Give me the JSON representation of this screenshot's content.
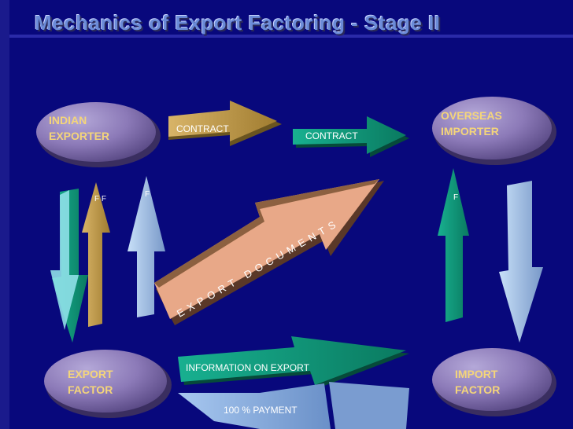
{
  "title": "Mechanics of Export Factoring - Stage II",
  "nodes": {
    "indian_exporter": [
      "INDIAN",
      "EXPORTER"
    ],
    "overseas_importer": [
      "OVERSEAS",
      "IMPORTER"
    ],
    "export_factor": [
      "EXPORT",
      "FACTOR"
    ],
    "import_factor": [
      "IMPORT",
      "FACTOR"
    ]
  },
  "arrows": {
    "contract_left": "CONTRACT",
    "contract_right": "CONTRACT",
    "export_documents": "EXPORT DOCUMENTS",
    "information_on_export": "INFORMATION ON EXPORT",
    "payment": "100 % PAYMENT"
  },
  "colors": {
    "background": "#08087c",
    "title": "#6b8bd8",
    "node_text": "#f4d57a",
    "node_fill": "#8c7ab8",
    "contract_arrow_left": "#c8a050",
    "contract_arrow_right": "#12a080",
    "documents_arrow": "#e8a888",
    "info_arrow": "#12a080",
    "payment_arrow": "#88b4e8"
  }
}
